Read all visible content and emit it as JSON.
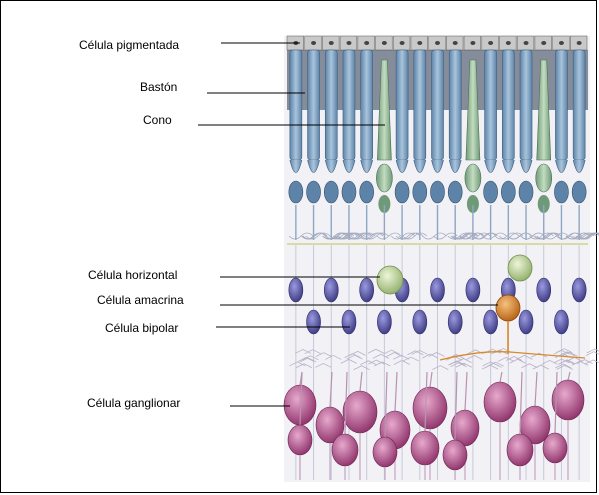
{
  "labels": {
    "pigment": "Célula pigmentada",
    "rod": "Bastón",
    "cone": "Cono",
    "horizontal": "Célula horizontal",
    "amacrine": "Célula amacrina",
    "bipolar": "Célula bipolar",
    "ganglion": "Célula ganglionar"
  },
  "colors": {
    "rod": "#7fa4c4",
    "cone": "#9cc4a2",
    "bipolar": "#5b5aa8",
    "amacrine": "#e08a2c",
    "horizontal": "#c9dca0",
    "ganglion": "#b24d8a",
    "fiber": "#b8bfd2"
  }
}
